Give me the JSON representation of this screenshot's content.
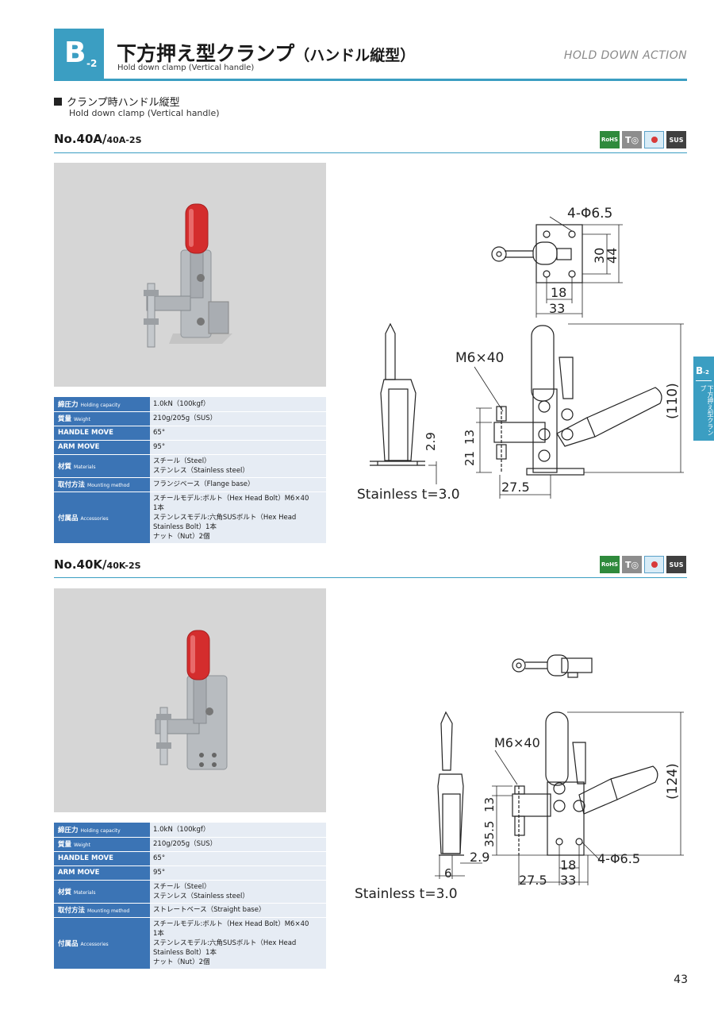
{
  "header": {
    "badge_letter": "B",
    "badge_sub": "-2",
    "title_jp": "下方押え型クランプ",
    "title_jp_paren": "（ハンドル縦型）",
    "title_en": "Hold down clamp (Vertical handle)",
    "action": "HOLD DOWN ACTION"
  },
  "section": {
    "title_jp": "クランプ時ハンドル縦型",
    "title_en": "Hold down clamp (Vertical handle)"
  },
  "icons": {
    "rohs": "RoHS",
    "tool": "T◎",
    "sus": "SUS",
    "colors": {
      "rohs": "#2f8a3c",
      "tool": "#8d8d8d",
      "clean": "#d8ecf7",
      "sus": "#404040"
    }
  },
  "products": [
    {
      "model": "No.40A/",
      "model_suffix": "40A-2S",
      "specs": {
        "capacity": {
          "label": "締圧力",
          "sub": "Holding capacity",
          "value": "1.0kN（100kgf）"
        },
        "weight": {
          "label": "質量",
          "sub": "Weight",
          "value": "210g/205g（SUS）"
        },
        "handle_move": {
          "label": "HANDLE MOVE",
          "value": "65°"
        },
        "arm_move": {
          "label": "ARM MOVE",
          "value": "95°"
        },
        "materials": {
          "label": "材質",
          "sub": "Materials",
          "lines": [
            "スチール（Steel）",
            "ステンレス（Stainless steel）"
          ]
        },
        "mounting": {
          "label": "取付方法",
          "sub": "Mounting method",
          "value": "フランジベース（Flange base）"
        },
        "accessories": {
          "label": "付属品",
          "sub": "Accessories",
          "lines": [
            "スチールモデル:ボルト（Hex Head Bolt）M6×40",
            "1本",
            "ステンレスモデル:六角SUSボルト（Hex Head",
            "Stainless Bolt）1本",
            "ナット（Nut）2個"
          ]
        }
      },
      "drawing": {
        "holes": "4-Φ6.5",
        "d30": "30",
        "d44": "44",
        "d18": "18",
        "d33": "33",
        "bolt": "M6×40",
        "d110": "(110)",
        "d29": "2.9",
        "d13": "13",
        "d21": "21",
        "d275": "27.5",
        "stainless": "Stainless t=3.0"
      }
    },
    {
      "model": "No.40K/",
      "model_suffix": "40K-2S",
      "specs": {
        "capacity": {
          "label": "締圧力",
          "sub": "Holding capacity",
          "value": "1.0kN（100kgf）"
        },
        "weight": {
          "label": "質量",
          "sub": "Weight",
          "value": "210g/205g（SUS）"
        },
        "handle_move": {
          "label": "HANDLE MOVE",
          "value": "65°"
        },
        "arm_move": {
          "label": "ARM MOVE",
          "value": "95°"
        },
        "materials": {
          "label": "材質",
          "sub": "Materials",
          "lines": [
            "スチール（Steel）",
            "ステンレス（Stainless steel）"
          ]
        },
        "mounting": {
          "label": "取付方法",
          "sub": "Mounting method",
          "value": "ストレートベース（Straight base）"
        },
        "accessories": {
          "label": "付属品",
          "sub": "Accessories",
          "lines": [
            "スチールモデル:ボルト（Hex Head Bolt）M6×40",
            "1本",
            "ステンレスモデル:六角SUSボルト（Hex Head",
            "Stainless Bolt）1本",
            "ナット（Nut）2個"
          ]
        }
      },
      "drawing": {
        "bolt": "M6×40",
        "d124": "(124)",
        "d13": "13",
        "d355": "35.5",
        "d29": "2.9",
        "d6": "6",
        "d18": "18",
        "holes": "4-Φ6.5",
        "d275": "27.5",
        "d33": "33",
        "stainless": "Stainless t=3.0"
      }
    }
  ],
  "side_tab": {
    "code": "B",
    "code_sub": "-2",
    "text": "下方押え型クランプ"
  },
  "page_number": "43"
}
